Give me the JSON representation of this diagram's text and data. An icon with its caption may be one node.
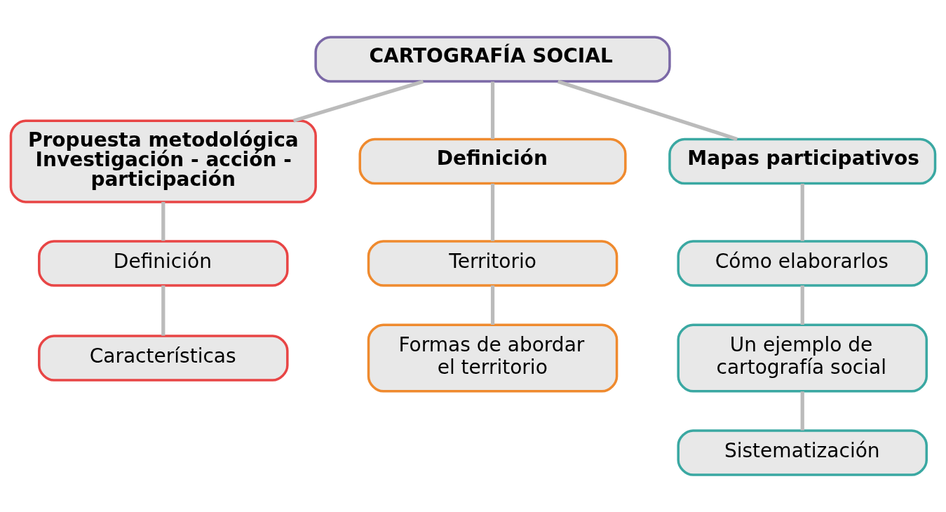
{
  "diagram": {
    "nodes": [
      {
        "text": [
          "CARTOGRAFÍA SOCIAL"
        ]
      },
      {
        "text": [
          "Propuesta metodológica Investigación - acción - participación"
        ]
      },
      {
        "text": [
          "Definición"
        ]
      },
      {
        "text": [
          "Características"
        ]
      },
      {
        "text": [
          "Definición"
        ]
      },
      {
        "text": [
          "Territorio"
        ]
      },
      {
        "text": [
          "Formas de abordar el territorio"
        ]
      },
      {
        "text": [
          "Mapas participativos"
        ]
      },
      {
        "text": [
          "Cómo elaborarlos"
        ]
      },
      {
        "text": [
          "Un ejemplo de cartografía social"
        ]
      },
      {
        "text": [
          "Sistematización"
        ]
      }
    ],
    "edges": [
      {
        "from": 0,
        "to": 1,
        "arrow": "none"
      },
      {
        "from": 0,
        "to": 4,
        "arrow": "none"
      },
      {
        "from": 0,
        "to": 7,
        "arrow": "none"
      },
      {
        "from": 1,
        "to": 2,
        "arrow": "none"
      },
      {
        "from": 2,
        "to": 3,
        "arrow": "none"
      },
      {
        "from": 4,
        "to": 5,
        "arrow": "none"
      },
      {
        "from": 5,
        "to": 6,
        "arrow": "none"
      },
      {
        "from": 7,
        "to": 8,
        "arrow": "none"
      },
      {
        "from": 8,
        "to": 9,
        "arrow": "none"
      },
      {
        "from": 9,
        "to": 10,
        "arrow": "none"
      }
    ]
  }
}
